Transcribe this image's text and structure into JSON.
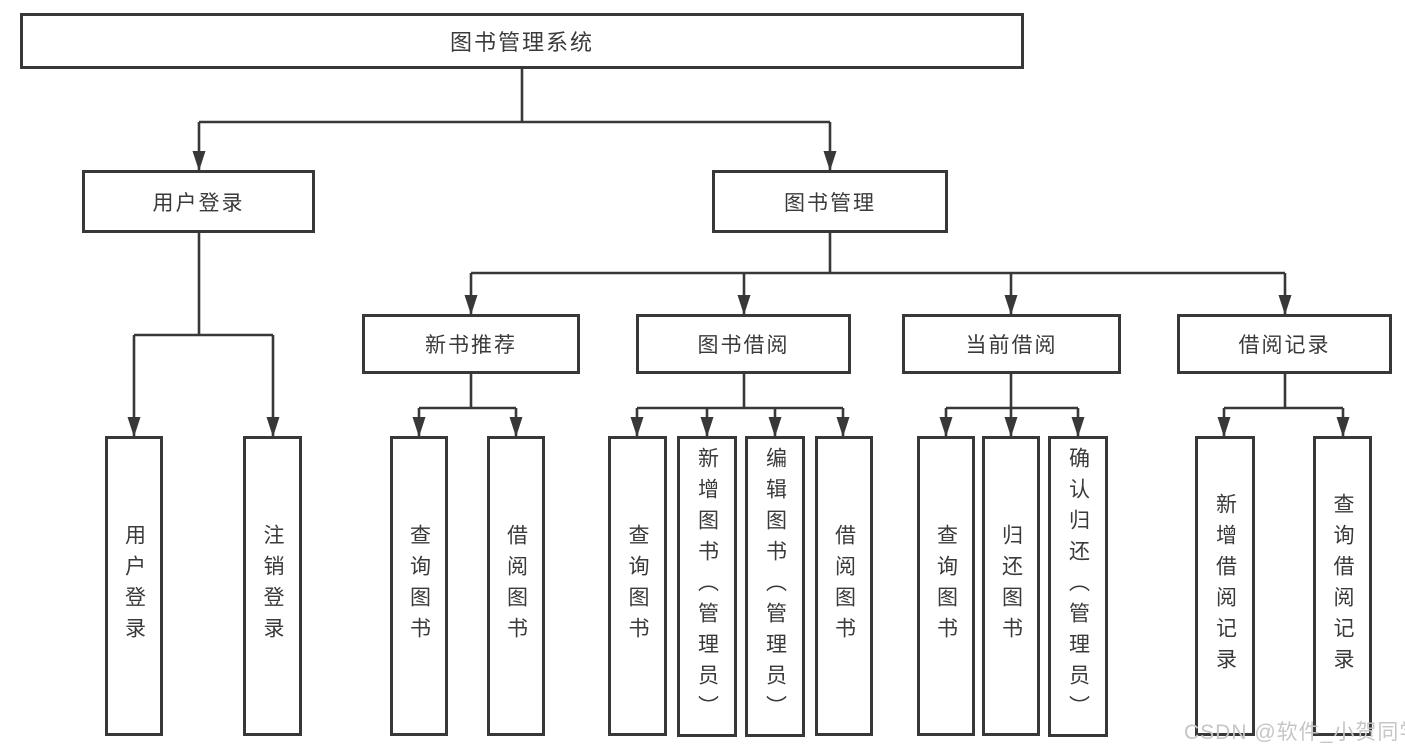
{
  "diagram": {
    "root": "图书管理系统",
    "branches": {
      "user_login": {
        "label": "用户登录",
        "children": [
          "用户登录",
          "注销登录"
        ]
      },
      "book_mgmt": {
        "label": "图书管理",
        "groups": [
          {
            "label": "新书推荐",
            "children": [
              "查询图书",
              "借阅图书"
            ]
          },
          {
            "label": "图书借阅",
            "children": [
              "查询图书",
              "新增图书（管理员）",
              "编辑图书（管理员）",
              "借阅图书"
            ]
          },
          {
            "label": "当前借阅",
            "children": [
              "查询图书",
              "归还图书",
              "确认归还（管理员）"
            ]
          },
          {
            "label": "借阅记录",
            "children": [
              "新增借阅记录",
              "查询借阅记录"
            ]
          }
        ]
      }
    },
    "watermark": "CSDN @软件_小贺同学",
    "colors": {
      "line": "#383838",
      "text": "#3a3a3a",
      "watermark": "#c6c6c6",
      "background": "#ffffff"
    }
  }
}
